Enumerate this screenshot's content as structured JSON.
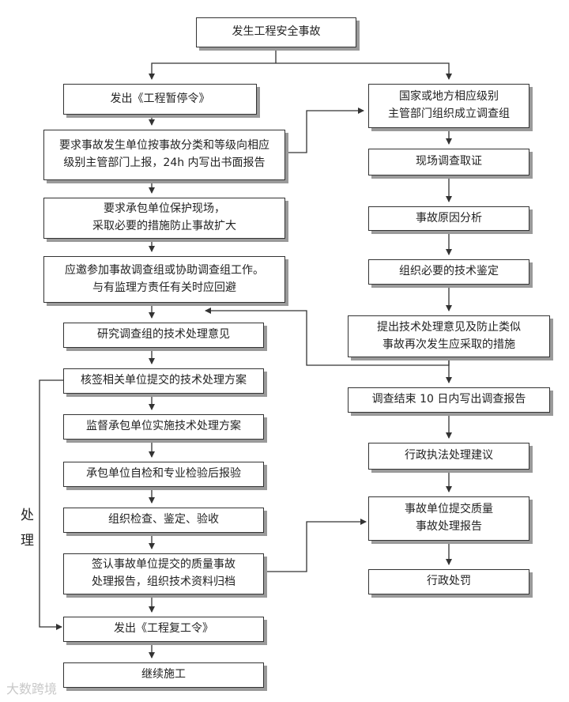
{
  "nodes": {
    "start": "发生工程安全事故",
    "stop_order": "发出《工程暂停令》",
    "report": "要求事故发生单位按事故分类和等级向相应\n级别主管部门上报，24h 内写出书面报告",
    "protect": "要求承包单位保护现场，\n采取必要的措施防止事故扩大",
    "join": "应邀参加事故调查组或协助调查组工作。\n与有监理方责任有关时应回避",
    "study": "研究调查组的技术处理意见",
    "sign_plan": "核签相关单位提交的技术处理方案",
    "supervise": "监督承包单位实施技术处理方案",
    "selfcheck": "承包单位自检和专业检验后报验",
    "inspect": "组织检查、鉴定、验收",
    "sign_report": "签认事故单位提交的质量事故\n处理报告，组织技术资料归档",
    "resume": "发出《工程复工令》",
    "continue": "继续施工",
    "group": "国家或地方相应级别\n主管部门组织成立调查组",
    "evidence": "现场调查取证",
    "cause": "事故原因分析",
    "appraisal": "组织必要的技术鉴定",
    "measures": "提出技术处理意见及防止类似\n事故再次发生应采取的措施",
    "inv_report": "调查结束 10 日内写出调查报告",
    "admin_advice": "行政执法处理建议",
    "quality_report": "事故单位提交质量\n事故处理报告",
    "penalty": "行政处罚"
  },
  "side_label": [
    "处",
    "理"
  ],
  "watermark": "大数跨境"
}
